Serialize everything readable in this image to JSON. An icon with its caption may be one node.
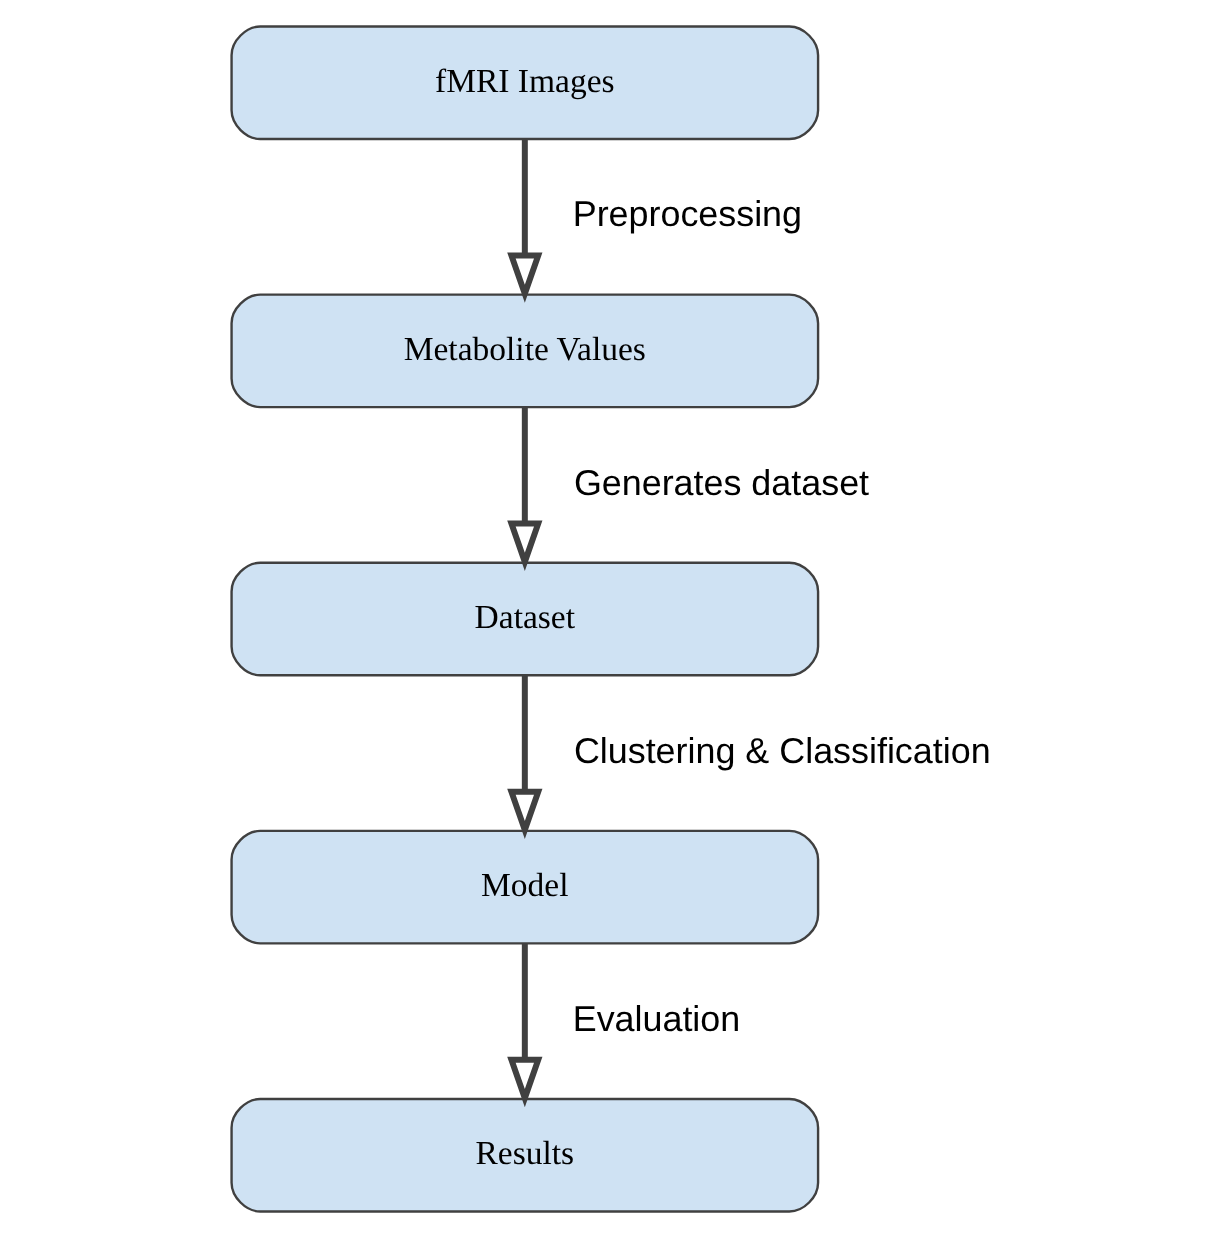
{
  "diagram": {
    "nodes": [
      {
        "text": [
          "fMRI Images"
        ]
      },
      {
        "text": [
          "Metabolite Values"
        ]
      },
      {
        "text": [
          "Dataset"
        ]
      },
      {
        "text": [
          "Model"
        ]
      },
      {
        "text": [
          "Results"
        ]
      }
    ],
    "edges": [
      {
        "from": 0,
        "to": 1,
        "arrow": "to",
        "label": "Preprocessing"
      },
      {
        "from": 1,
        "to": 2,
        "arrow": "to",
        "label": "Generates dataset"
      },
      {
        "from": 2,
        "to": 3,
        "arrow": "to",
        "label": "Clustering & Classification"
      },
      {
        "from": 3,
        "to": 4,
        "arrow": "to",
        "label": "Evaluation"
      }
    ]
  }
}
